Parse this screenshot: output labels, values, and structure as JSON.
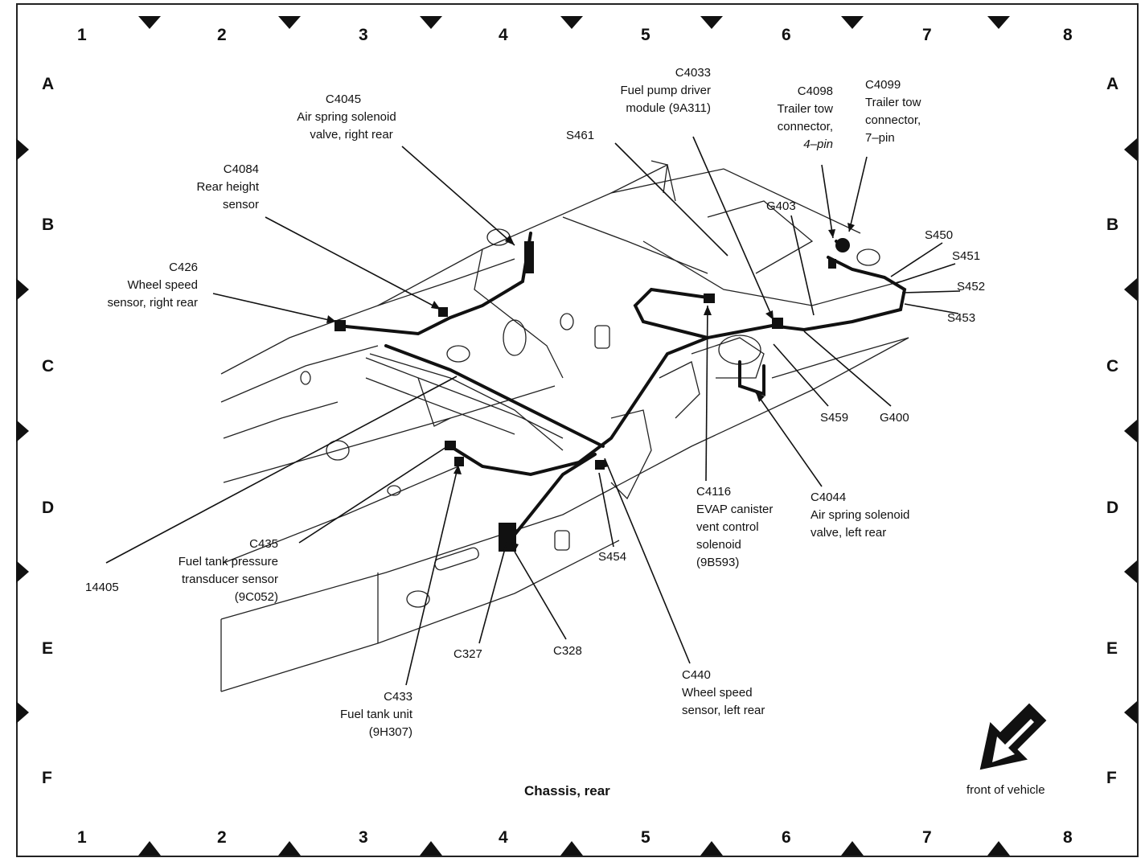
{
  "grid": {
    "columns": [
      "1",
      "2",
      "3",
      "4",
      "5",
      "6",
      "7",
      "8"
    ],
    "rows": [
      "A",
      "B",
      "C",
      "D",
      "E",
      "F"
    ]
  },
  "title": "Chassis, rear",
  "front_label": "front of vehicle",
  "callouts": {
    "c4045": [
      "C4045",
      "Air spring solenoid",
      "valve, right rear"
    ],
    "c4084": [
      "C4084",
      "Rear height",
      "sensor"
    ],
    "c426": [
      "C426",
      "Wheel speed",
      "sensor, right rear"
    ],
    "c4033": [
      "C4033",
      "Fuel pump driver",
      "module (9A311)"
    ],
    "s461": [
      "S461"
    ],
    "c4098": [
      "C4098",
      "Trailer tow",
      "connector,",
      "4–pin"
    ],
    "c4099": [
      "C4099",
      "Trailer tow",
      "connector,",
      "7–pin"
    ],
    "g403": [
      "G403"
    ],
    "s450": [
      "S450"
    ],
    "s451": [
      "S451"
    ],
    "s452": [
      "S452"
    ],
    "s453": [
      "S453"
    ],
    "s459": [
      "S459"
    ],
    "g400": [
      "G400"
    ],
    "c4116": [
      "C4116",
      "EVAP canister",
      "vent control",
      "solenoid",
      "(9B593)"
    ],
    "c4044": [
      "C4044",
      "Air spring solenoid",
      "valve, left rear"
    ],
    "s454": [
      "S454"
    ],
    "c435": [
      "C435",
      "Fuel tank pressure",
      "transducer sensor",
      "(9C052)"
    ],
    "n14405": [
      "14405"
    ],
    "c327": [
      "C327"
    ],
    "c328": [
      "C328"
    ],
    "c440": [
      "C440",
      "Wheel speed",
      "sensor, left rear"
    ],
    "c433": [
      "C433",
      "Fuel tank unit",
      "(9H307)"
    ]
  }
}
